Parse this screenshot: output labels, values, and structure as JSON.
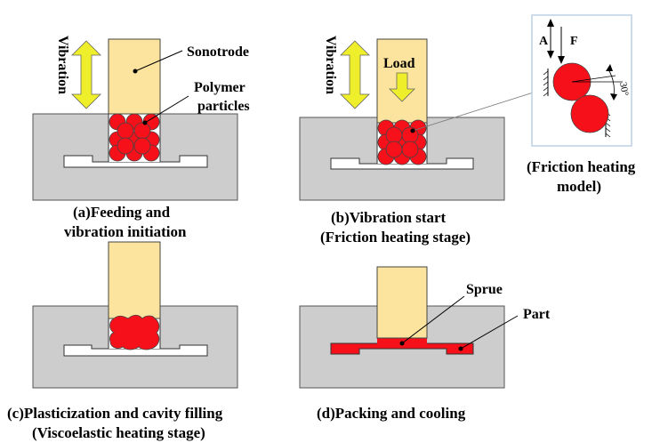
{
  "colors": {
    "mold": "#cdcdcd",
    "sonotrode": "#fde49e",
    "polymer": "#f5101a",
    "arrow": "#eeee2a",
    "model_border": "#bcd0e4"
  },
  "panel_a": {
    "vibration": "Vibration",
    "sonotrode": "Sonotrode",
    "polymer_line1": "Polymer",
    "polymer_line2": "particles",
    "caption_line1": "(a)Feeding and",
    "caption_line2": "vibration initiation"
  },
  "panel_b": {
    "vibration": "Vibration",
    "load": "Load",
    "caption_line1": "(b)Vibration start",
    "caption_line2": "(Friction heating stage)"
  },
  "model": {
    "label_a": "A",
    "label_f": "F",
    "angle": "30°",
    "caption_line1": "(Friction heating",
    "caption_line2": "model)"
  },
  "panel_c": {
    "caption_line1": "(c)Plasticization and cavity filling",
    "caption_line2": "(Viscoelastic heating stage)"
  },
  "panel_d": {
    "sprue": "Sprue",
    "part": "Part",
    "caption_line1": "(d)Packing and cooling"
  }
}
